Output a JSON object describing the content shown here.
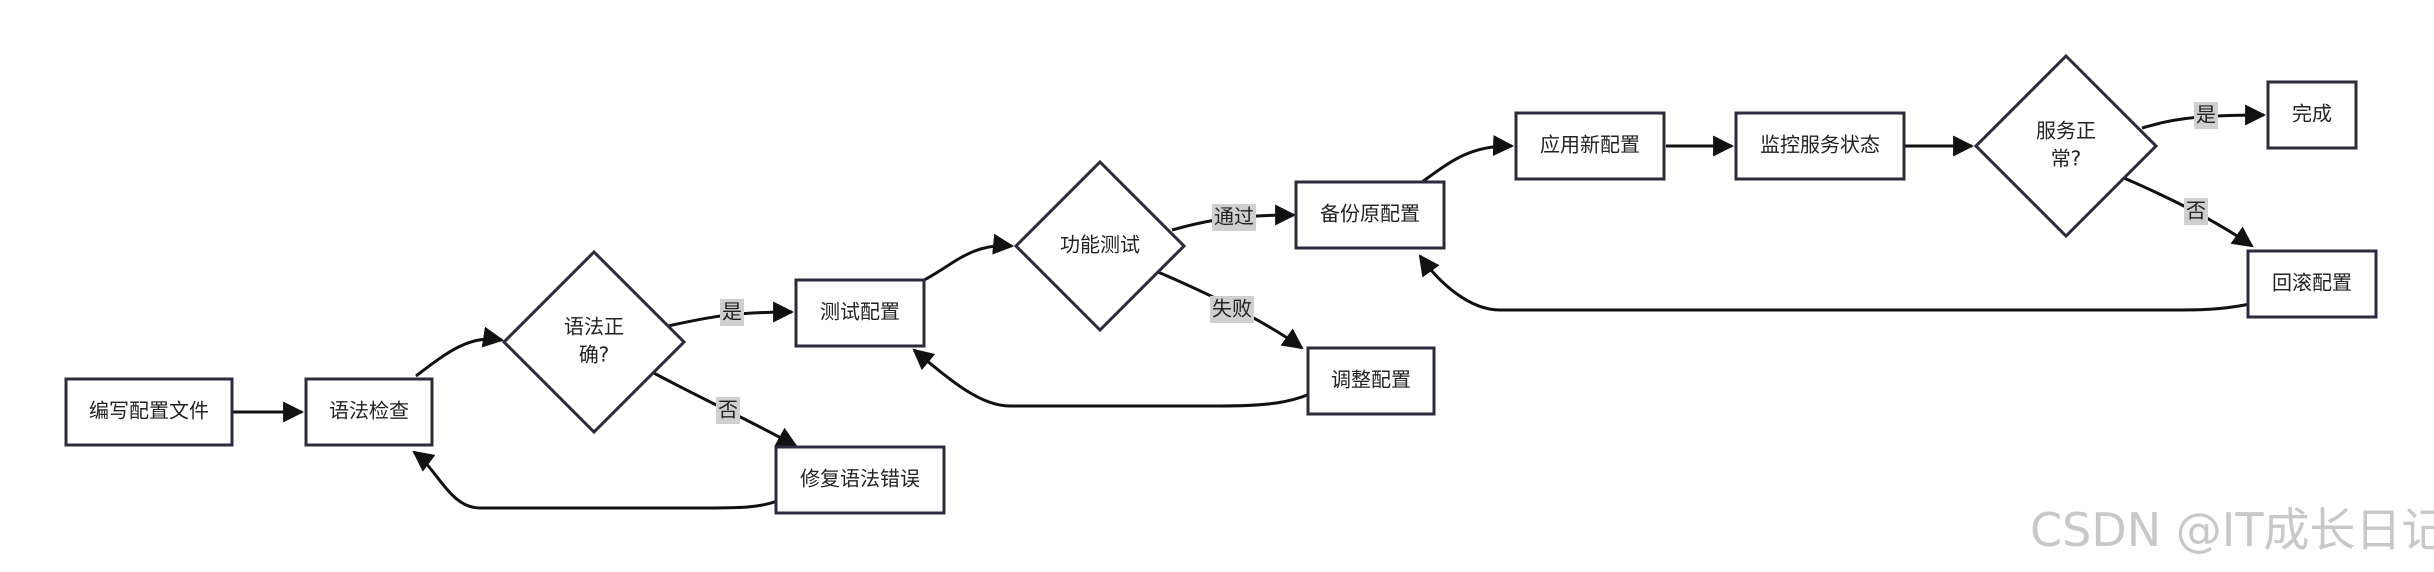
{
  "nodes": {
    "write_config": "编写配置文件",
    "syntax_check": "语法检查",
    "syntax_ok_line1": "语法正",
    "syntax_ok_line2": "确?",
    "test_config": "测试配置",
    "fix_syntax": "修复语法错误",
    "func_test": "功能测试",
    "backup": "备份原配置",
    "adjust": "调整配置",
    "apply": "应用新配置",
    "monitor": "监控服务状态",
    "service_ok_line1": "服务正",
    "service_ok_line2": "常?",
    "done": "完成",
    "rollback": "回滚配置"
  },
  "edge_labels": {
    "syntax_yes": "是",
    "syntax_no": "否",
    "test_pass": "通过",
    "test_fail": "失败",
    "service_yes": "是",
    "service_no": "否"
  },
  "watermark": "CSDN @IT成长日记"
}
